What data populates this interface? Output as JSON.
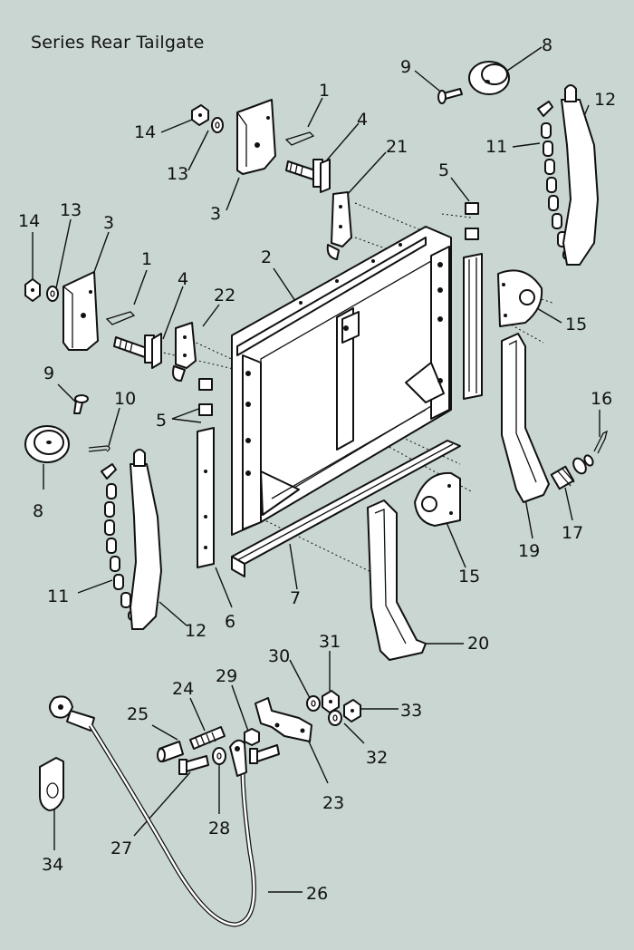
{
  "title": "Series Rear Tailgate",
  "part_labels": [
    {
      "id": "l8a",
      "text": "8"
    },
    {
      "id": "l9a",
      "text": "9"
    },
    {
      "id": "l12a",
      "text": "12"
    },
    {
      "id": "l11a",
      "text": "11"
    },
    {
      "id": "l1a",
      "text": "1"
    },
    {
      "id": "l14a",
      "text": "14"
    },
    {
      "id": "l13a",
      "text": "13"
    },
    {
      "id": "l4a",
      "text": "4"
    },
    {
      "id": "l21",
      "text": "21"
    },
    {
      "id": "l3a",
      "text": "3"
    },
    {
      "id": "l5a",
      "text": "5"
    },
    {
      "id": "l14b",
      "text": "14"
    },
    {
      "id": "l13b",
      "text": "13"
    },
    {
      "id": "l3b",
      "text": "3"
    },
    {
      "id": "l2",
      "text": "2"
    },
    {
      "id": "l1b",
      "text": "1"
    },
    {
      "id": "l4b",
      "text": "4"
    },
    {
      "id": "l22",
      "text": "22"
    },
    {
      "id": "l15a",
      "text": "15"
    },
    {
      "id": "l9b",
      "text": "9"
    },
    {
      "id": "l10",
      "text": "10"
    },
    {
      "id": "l16",
      "text": "16"
    },
    {
      "id": "l5b",
      "text": "5"
    },
    {
      "id": "l8b",
      "text": "8"
    },
    {
      "id": "l17",
      "text": "17"
    },
    {
      "id": "l19",
      "text": "19"
    },
    {
      "id": "l15b",
      "text": "15"
    },
    {
      "id": "l11b",
      "text": "11"
    },
    {
      "id": "l7",
      "text": "7"
    },
    {
      "id": "l6",
      "text": "6"
    },
    {
      "id": "l12b",
      "text": "12"
    },
    {
      "id": "l20",
      "text": "20"
    },
    {
      "id": "l31",
      "text": "31"
    },
    {
      "id": "l30",
      "text": "30"
    },
    {
      "id": "l29",
      "text": "29"
    },
    {
      "id": "l24",
      "text": "24"
    },
    {
      "id": "l25",
      "text": "25"
    },
    {
      "id": "l33",
      "text": "33"
    },
    {
      "id": "l32",
      "text": "32"
    },
    {
      "id": "l23",
      "text": "23"
    },
    {
      "id": "l28",
      "text": "28"
    },
    {
      "id": "l27",
      "text": "27"
    },
    {
      "id": "l34",
      "text": "34"
    },
    {
      "id": "l26",
      "text": "26"
    }
  ]
}
